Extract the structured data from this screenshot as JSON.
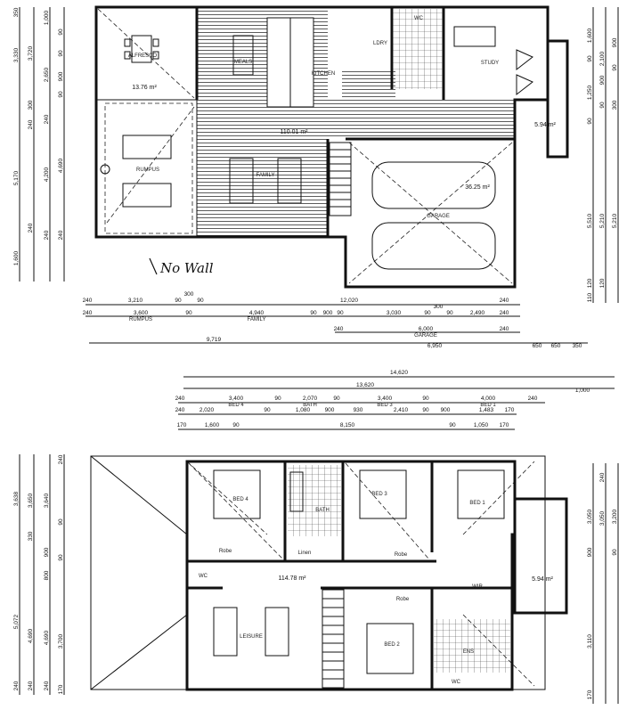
{
  "ground_floor": {
    "rooms": {
      "alfresco": "ALFRESCO",
      "alfresco_area": "13.76 m²",
      "meals": "MEALS",
      "kitchen": "KITCHEN",
      "wc": "WC",
      "laundry": "LDRY",
      "study": "STUDY",
      "porch_area": "5.94 m²",
      "rumpus": "RUMPUS",
      "floor_area": "110.01 m²",
      "family": "FAMILY",
      "garage_area": "36.25 m²",
      "garage": "GARAGE"
    },
    "note": "No Wall",
    "dims": {
      "r1": [
        "240",
        "3,210",
        "90",
        "300",
        "90",
        "12,020",
        "240"
      ],
      "r2": [
        "240",
        "3,600",
        "RUMPUS",
        "90",
        "4,940",
        "FAMILY",
        "90",
        "900",
        "90",
        "3,030",
        "90",
        "300",
        "90",
        "2,490",
        "240"
      ],
      "r3": [
        "240",
        "6,000",
        "GARAGE",
        "240"
      ],
      "r4": [
        "9,719",
        "6,950",
        "650",
        "650",
        "350"
      ]
    },
    "left_dims": [
      "350",
      "3,330",
      "3,720",
      "1,000",
      "90",
      "2,650",
      "90",
      "900",
      "90",
      "300",
      "240",
      "240",
      "4,690",
      "4,200",
      "5,170",
      "240",
      "1,600",
      "240",
      "240"
    ],
    "right_dims": [
      "1,600",
      "90",
      "2,100",
      "900",
      "90",
      "900",
      "1,250",
      "90",
      "300",
      "90",
      "5,510",
      "5,210",
      "5,210",
      "120",
      "110",
      "120"
    ]
  },
  "upper_floor": {
    "dims": {
      "r1": [
        "14,620"
      ],
      "r2": [
        "13,620",
        "1,000"
      ],
      "r3": [
        "240",
        "3,400",
        "BED 4",
        "90",
        "2,070",
        "BATH",
        "90",
        "3,400",
        "BED 3",
        "90",
        "4,000",
        "BED 1",
        "240"
      ],
      "r4": [
        "240",
        "2,020",
        "90",
        "1,080",
        "900",
        "930",
        "2,410",
        "90",
        "900",
        "1,483",
        "170"
      ],
      "r5": [
        "170",
        "1,600",
        "90",
        "8,150",
        "90",
        "1,050",
        "170"
      ]
    },
    "rooms": {
      "bed4": "BED 4",
      "bath": "BATH",
      "bed3": "BED 3",
      "bed1": "BED 1",
      "robe_left": "Robe",
      "linen": "Linen",
      "robe_mid": "Robe",
      "wir": "WIR",
      "balcony_area": "5.94 m²",
      "floor_area": "114.78 m²",
      "wc_left": "WC",
      "leisure": "LEISURE",
      "robe_bed2": "Robe",
      "bed2": "BED 2",
      "ens": "ENS",
      "wc_right": "WC"
    },
    "left_dims": [
      "240",
      "3,638",
      "3,650",
      "3,640",
      "90",
      "330",
      "900",
      "90",
      "800",
      "5,072",
      "4,690",
      "4,690",
      "3,700",
      "240",
      "240",
      "240",
      "170"
    ],
    "right_dims": [
      "240",
      "3,050",
      "3,050",
      "900",
      "90",
      "3,200",
      "3,110",
      "170"
    ]
  }
}
